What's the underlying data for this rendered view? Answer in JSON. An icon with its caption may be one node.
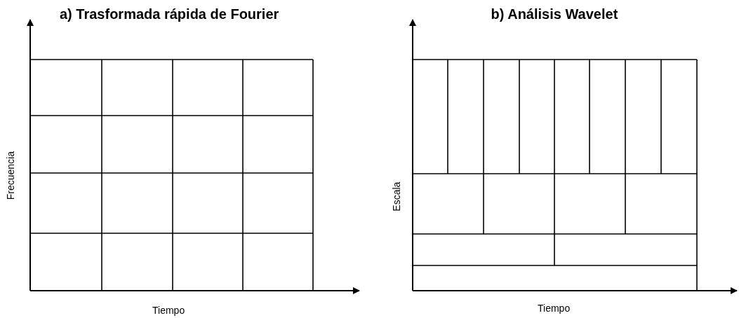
{
  "diagram": {
    "labels": [
      "a) Trasformada rápida de Fourier",
      "b) Análisis Wavelet",
      "Frecuencia",
      "Tiempo",
      "Escala",
      "Tiempo"
    ]
  }
}
